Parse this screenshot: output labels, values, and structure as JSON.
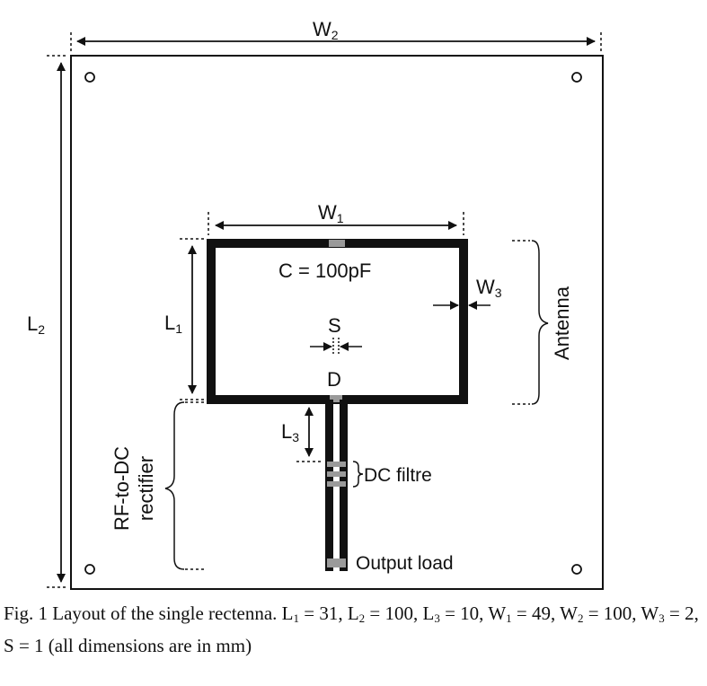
{
  "labels": {
    "w2": "W",
    "w2_sub": "2",
    "l2": "L",
    "l2_sub": "2",
    "w1": "W",
    "w1_sub": "1",
    "l1": "L",
    "l1_sub": "1",
    "w3": "W",
    "w3_sub": "3",
    "l3": "L",
    "l3_sub": "3",
    "capacitor": "C = 100pF",
    "gap_s": "S",
    "diode_d": "D",
    "antenna": "Antenna",
    "rectifier_line1": "RF-to-DC",
    "rectifier_line2": "rectifier",
    "dc_filtre": "DC filtre",
    "output_load": "Output load"
  },
  "caption": {
    "prefix": "Fig. 1 Layout of the single rectenna.",
    "items": [
      {
        "sym": "L",
        "sub": "1",
        "val": "31"
      },
      {
        "sym": "L",
        "sub": "2",
        "val": "100"
      },
      {
        "sym": "L",
        "sub": "3",
        "val": "10"
      },
      {
        "sym": "W",
        "sub": "1",
        "val": "49"
      },
      {
        "sym": "W",
        "sub": "2",
        "val": "100"
      },
      {
        "sym": "W",
        "sub": "3",
        "val": "2"
      },
      {
        "sym": "S",
        "sub": "",
        "val": "1"
      }
    ],
    "suffix": "(all dimensions are in mm)"
  },
  "colors": {
    "trace": "#111111",
    "component": "#9a9a9a",
    "board": "#111111"
  }
}
